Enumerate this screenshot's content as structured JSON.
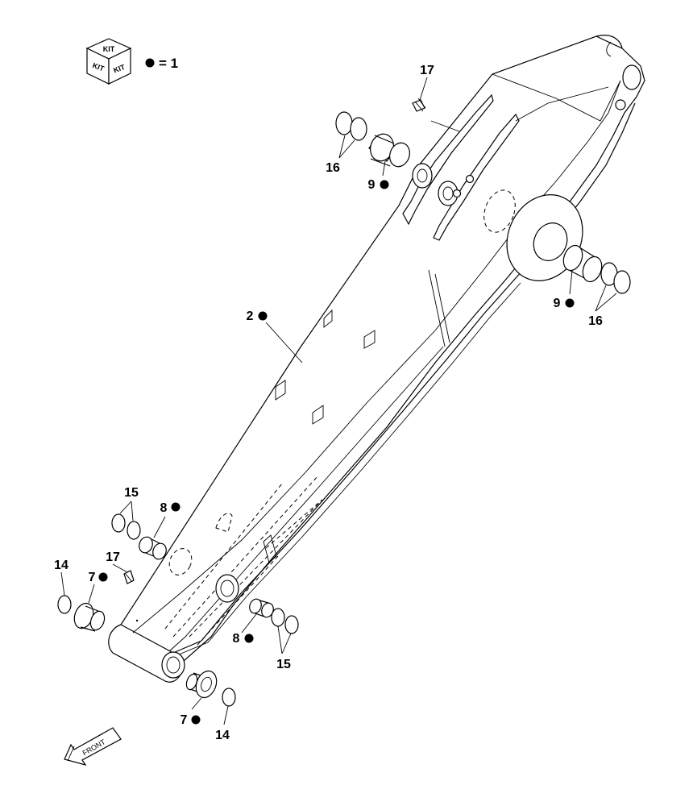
{
  "legend": {
    "kit_face_top": "KIT",
    "kit_face_left": "KIT",
    "kit_face_right": "KIT",
    "equals_text": "= 1"
  },
  "front_arrow_text": "FRONT",
  "callouts": [
    {
      "id": "c17-top",
      "number": "17",
      "kit": false
    },
    {
      "id": "c16-top",
      "number": "16",
      "kit": false
    },
    {
      "id": "c9-top",
      "number": "9",
      "kit": true
    },
    {
      "id": "c9-right",
      "number": "9",
      "kit": true
    },
    {
      "id": "c16-right",
      "number": "16",
      "kit": false
    },
    {
      "id": "c2",
      "number": "2",
      "kit": true
    },
    {
      "id": "c15-left",
      "number": "15",
      "kit": false
    },
    {
      "id": "c8-left",
      "number": "8",
      "kit": true
    },
    {
      "id": "c14-left",
      "number": "14",
      "kit": false
    },
    {
      "id": "c7-left",
      "number": "7",
      "kit": true
    },
    {
      "id": "c17-bottom",
      "number": "17",
      "kit": false
    },
    {
      "id": "c8-bottom",
      "number": "8",
      "kit": true
    },
    {
      "id": "c15-bottom",
      "number": "15",
      "kit": false
    },
    {
      "id": "c7-bottom",
      "number": "7",
      "kit": true
    },
    {
      "id": "c14-bottom",
      "number": "14",
      "kit": false
    }
  ]
}
